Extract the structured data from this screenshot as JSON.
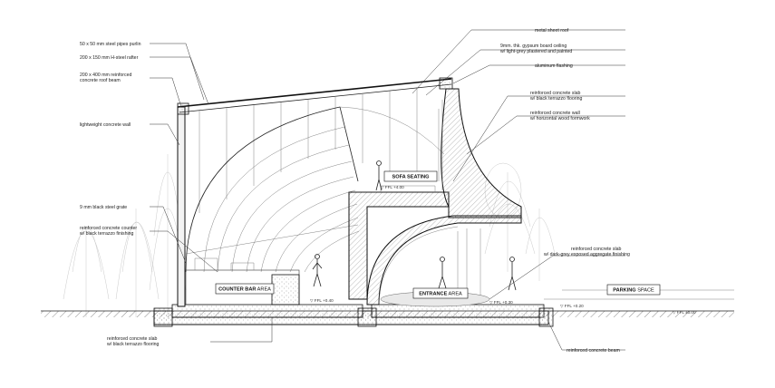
{
  "labels_left": [
    {
      "id": "purlin",
      "lines": [
        "50 x 50 mm steel pipes purlin"
      ]
    },
    {
      "id": "rafter",
      "lines": [
        "200 x 150 mm H-steel rafter"
      ]
    },
    {
      "id": "roof-beam",
      "lines": [
        "200 x 400 mm reinforced",
        "concrete roof beam"
      ]
    },
    {
      "id": "lightweight-wall",
      "lines": [
        "lightweight concrete wall"
      ]
    },
    {
      "id": "steel-grate",
      "lines": [
        "9 mm black steel grate"
      ]
    },
    {
      "id": "counter",
      "lines": [
        "reinforced concrete counter",
        "w/ black terrazzo finishing"
      ]
    }
  ],
  "labels_right": [
    {
      "id": "metal-roof",
      "lines": [
        "metal sheet roof"
      ]
    },
    {
      "id": "gypsum-ceiling",
      "lines": [
        "9mm. thk. gypsum board ceiling",
        "w/ light-grey plastered and painted"
      ]
    },
    {
      "id": "aluminum-flashing",
      "lines": [
        "aluminum flashing"
      ]
    },
    {
      "id": "slab-terrazzo",
      "lines": [
        "reinforced concrete slab",
        "w/ black terrazzo flooring"
      ]
    },
    {
      "id": "wall-formwork",
      "lines": [
        "reinforced concrete wall",
        "w/ horizontal wood formwork"
      ]
    },
    {
      "id": "slab-aggregate",
      "lines": [
        "reinforced concrete slab",
        "w/ dark-grey exposed aggregate finishing"
      ]
    }
  ],
  "labels_bottom": [
    {
      "id": "slab-bottom",
      "lines": [
        "reinforced concrete slab",
        "w/ black terrazzo flooring"
      ]
    },
    {
      "id": "beam-bottom",
      "lines": [
        "reinforced concrete beam"
      ]
    }
  ],
  "areas": [
    {
      "id": "sofa",
      "bold": "SOFA SEATING",
      "rest": ""
    },
    {
      "id": "counter-bar",
      "bold": "COUNTER BAR",
      "rest": " AREA"
    },
    {
      "id": "entrance",
      "bold": "ENTRANCE",
      "rest": " AREA"
    },
    {
      "id": "parking",
      "bold": "PARKING",
      "rest": " SPACE"
    }
  ],
  "levels": [
    {
      "id": "sofa-level",
      "text": "▽ FFL +4.00"
    },
    {
      "id": "counter-level",
      "text": "▽ FFL +0.40"
    },
    {
      "id": "entrance-level",
      "text": "▽ FFL +0.30"
    },
    {
      "id": "parking-level",
      "text": "▽ FFL +0.20"
    },
    {
      "id": "ground-level",
      "text": "▽ FFL ±0.00"
    }
  ],
  "colors": {
    "ink": "#111111",
    "hatch": "#666666",
    "tree": "#bdbdbd"
  }
}
